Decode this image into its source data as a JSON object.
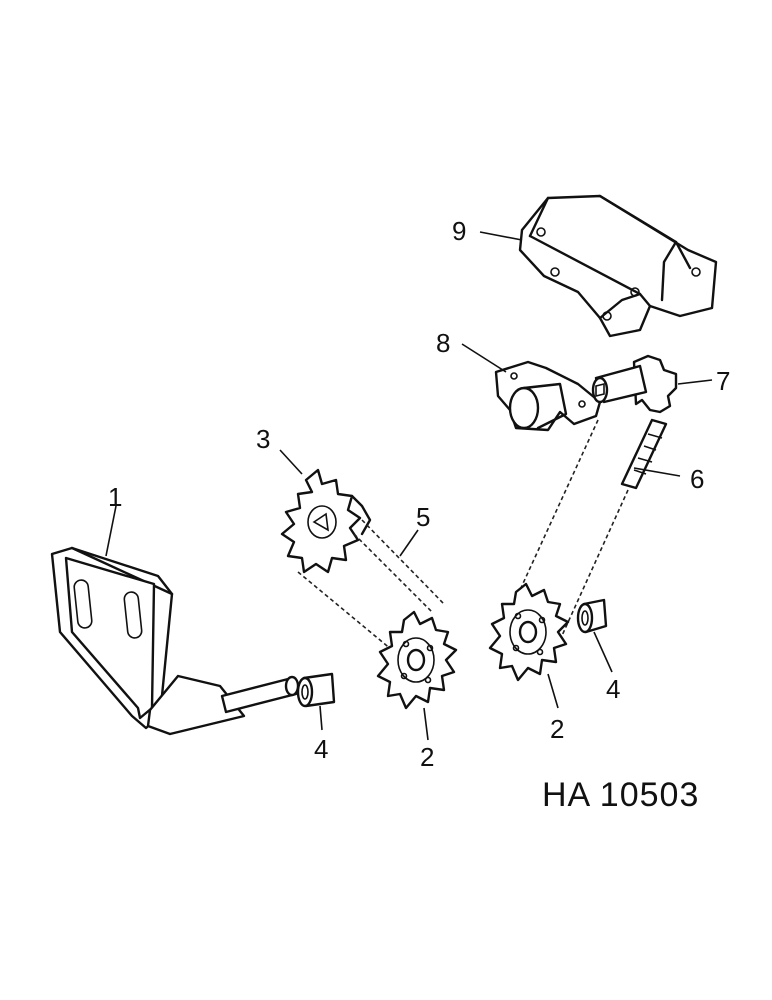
{
  "callouts": {
    "part_1": "1",
    "part_2_left": "2",
    "part_2_right": "2",
    "part_3": "3",
    "part_4_left": "4",
    "part_4_right": "4",
    "part_5": "5",
    "part_6": "6",
    "part_7": "7",
    "part_8": "8",
    "part_9": "9"
  },
  "drawing_code": "HA 10503"
}
